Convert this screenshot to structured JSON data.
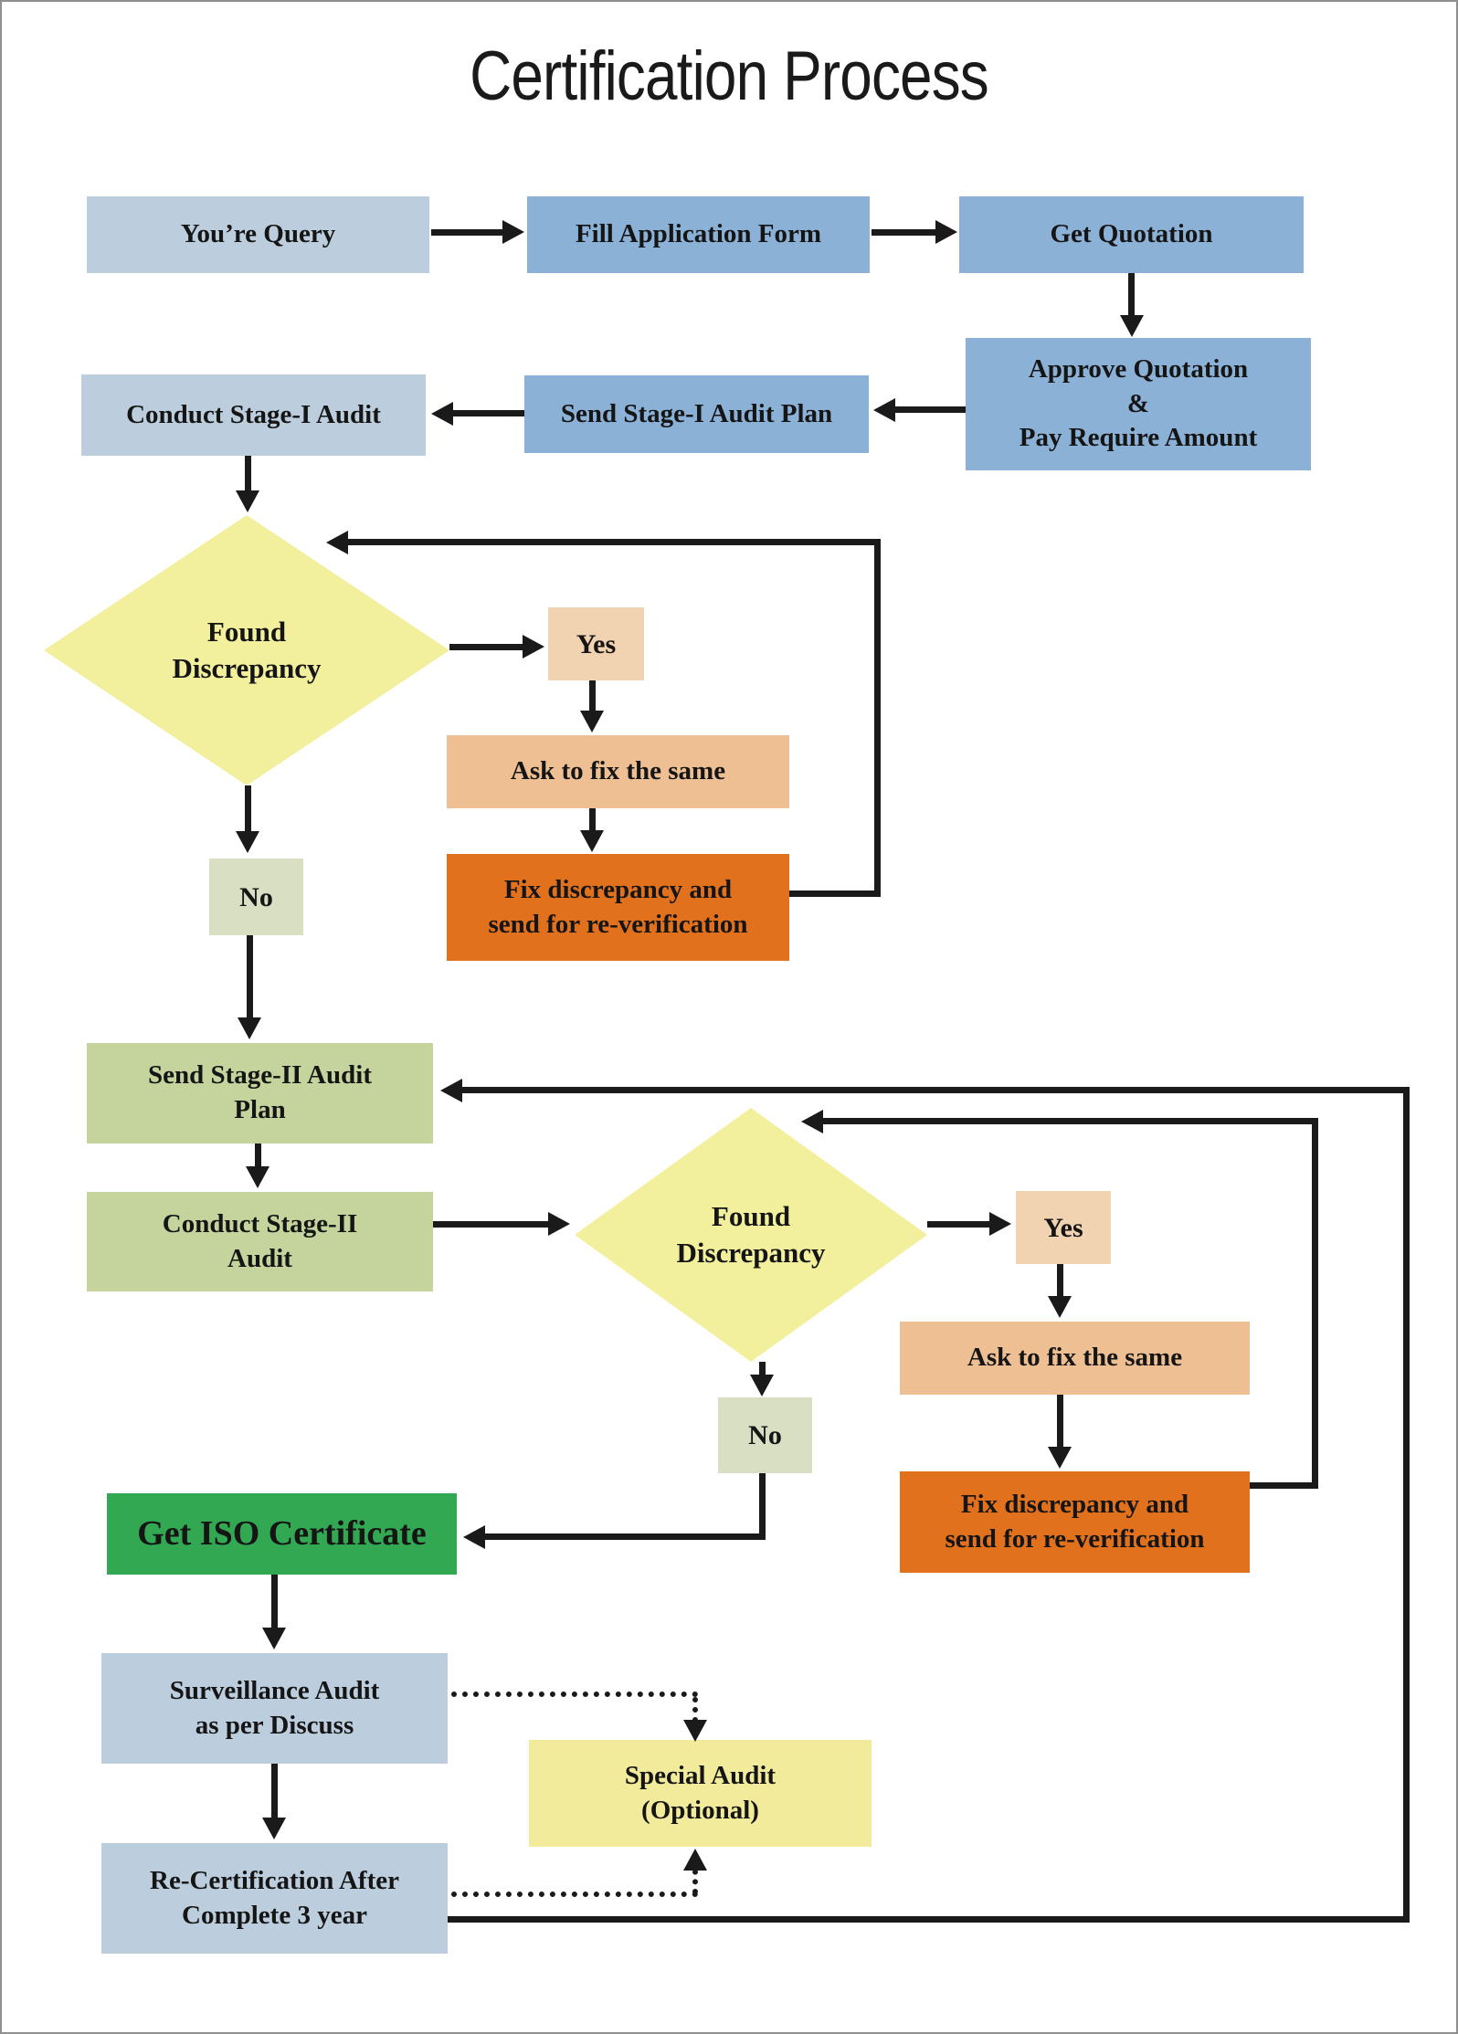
{
  "title": "Certification Process",
  "colors": {
    "light_blue": "#bccedd",
    "mid_blue": "#8cb1d7",
    "pale_yellow": "#f2ef9d",
    "special_yellow": "#f1eb9b",
    "peach": "#f2d3b1",
    "ask_orange": "#eebf93",
    "fix_orange": "#e2711d",
    "pale_green": "#d9dfc2",
    "stage2_green": "#c5d49c",
    "iso_green": "#33a852",
    "line_black": "#1a1a1a",
    "page_border_gray": "#8f8f8f"
  },
  "nodes": {
    "you_query": {
      "label": "You’re Query"
    },
    "fill_application": {
      "label": "Fill Application Form"
    },
    "get_quotation": {
      "label": "Get Quotation"
    },
    "approve_quotation": {
      "label": "Approve Quotation\n&\nPay Require Amount"
    },
    "send_stage1_plan": {
      "label": "Send Stage-I Audit Plan"
    },
    "conduct_stage1": {
      "label": "Conduct Stage-I Audit"
    },
    "found_discrepancy_1": {
      "label": "Found\nDiscrepancy"
    },
    "yes_1": {
      "label": "Yes"
    },
    "ask_fix_1": {
      "label": "Ask to fix the same"
    },
    "fix_discrepancy_1": {
      "label": "Fix discrepancy and\nsend for re-verification"
    },
    "no_1": {
      "label": "No"
    },
    "send_stage2_plan": {
      "label": "Send Stage-II Audit\nPlan"
    },
    "conduct_stage2": {
      "label": "Conduct Stage-II\nAudit"
    },
    "found_discrepancy_2": {
      "label": "Found\nDiscrepancy"
    },
    "yes_2": {
      "label": "Yes"
    },
    "ask_fix_2": {
      "label": "Ask to fix the same"
    },
    "fix_discrepancy_2": {
      "label": "Fix discrepancy and\nsend for re-verification"
    },
    "no_2": {
      "label": "No"
    },
    "get_iso": {
      "label": "Get ISO Certificate"
    },
    "surveillance": {
      "label": "Surveillance Audit\nas per Discuss"
    },
    "special_audit": {
      "label": "Special Audit\n(Optional)"
    },
    "recertification": {
      "label": "Re-Certification After\nComplete 3 year"
    }
  }
}
